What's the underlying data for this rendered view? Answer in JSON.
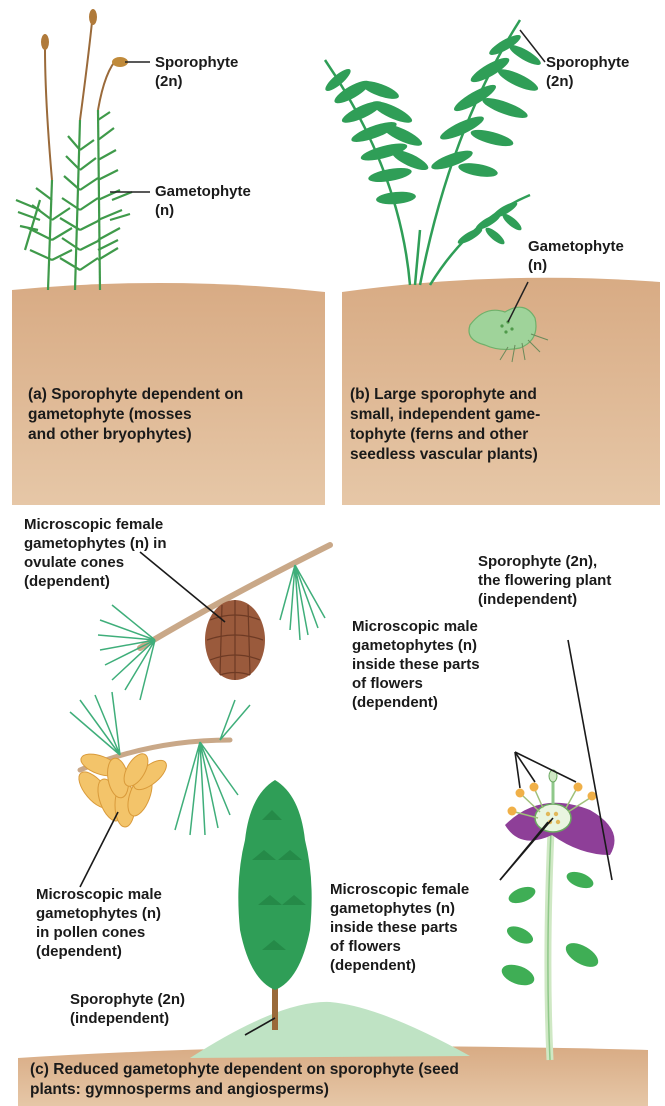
{
  "panel_a": {
    "sporophyte_label": "Sporophyte\n(2n)",
    "gametophyte_label": "Gametophyte\n(n)",
    "caption": "(a) Sporophyte dependent on\n      gametophyte (mosses\n      and other bryophytes)"
  },
  "panel_b": {
    "sporophyte_label": "Sporophyte\n(2n)",
    "gametophyte_label": "Gametophyte\n(n)",
    "caption": "(b) Large sporophyte and\n      small, independent game-\n      tophyte (ferns and other\n      seedless vascular plants)"
  },
  "panel_c": {
    "female_cone_label": "Microscopic female\ngametophytes (n) in\novulate cones\n(dependent)",
    "male_cone_label": "Microscopic male\ngametophytes (n)\nin pollen cones\n(dependent)",
    "gymno_sporophyte_label": "Sporophyte (2n)\n(independent)",
    "angio_sporophyte_label": "Sporophyte (2n),\nthe flowering plant\n(independent)",
    "male_flower_label": "Microscopic male\ngametophytes (n)\ninside these parts\nof flowers\n(dependent)",
    "female_flower_label": "Microscopic female\ngametophytes (n)\ninside these parts\nof flowers\n(dependent)",
    "caption": "(c) Reduced gametophyte dependent on sporophyte (seed\n      plants: gymnosperms and angiosperms)"
  },
  "colors": {
    "soil": "#d9b08c",
    "moss_green": "#3f9a4a",
    "fern_green": "#2f9e57",
    "gametophyte_green": "#9fd39a",
    "cone_brown": "#9a5a3c",
    "pollen_yellow": "#f3c46a",
    "petal_purple": "#8e3f98",
    "hill_green": "#bfe3c4"
  }
}
